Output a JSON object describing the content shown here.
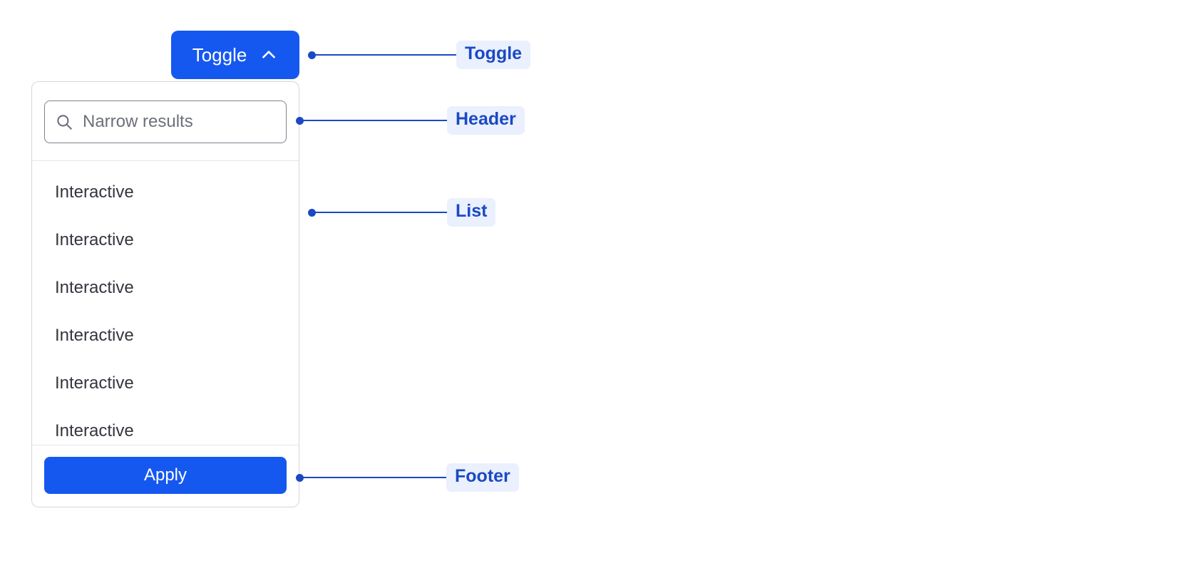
{
  "toggle": {
    "label": "Toggle",
    "icon": "chevron-up-icon"
  },
  "panel": {
    "header": {
      "search": {
        "icon": "search-icon",
        "placeholder": "Narrow results",
        "value": ""
      }
    },
    "list": {
      "items": [
        {
          "label": "Interactive"
        },
        {
          "label": "Interactive"
        },
        {
          "label": "Interactive"
        },
        {
          "label": "Interactive"
        },
        {
          "label": "Interactive"
        },
        {
          "label": "Interactive"
        }
      ]
    },
    "footer": {
      "apply_label": "Apply"
    }
  },
  "annotations": [
    {
      "label": "Toggle"
    },
    {
      "label": "Header"
    },
    {
      "label": "List"
    },
    {
      "label": "Footer"
    }
  ],
  "colors": {
    "brand_blue": "#1558f0",
    "annotation_blue": "#1b49c4",
    "badge_background": "#eaf0fd",
    "panel_border": "#d5d7dd",
    "divider": "#e6e7ea",
    "text_primary": "#33363d",
    "placeholder": "#6d7079",
    "input_border": "#80838d",
    "page_background": "#ffffff"
  }
}
